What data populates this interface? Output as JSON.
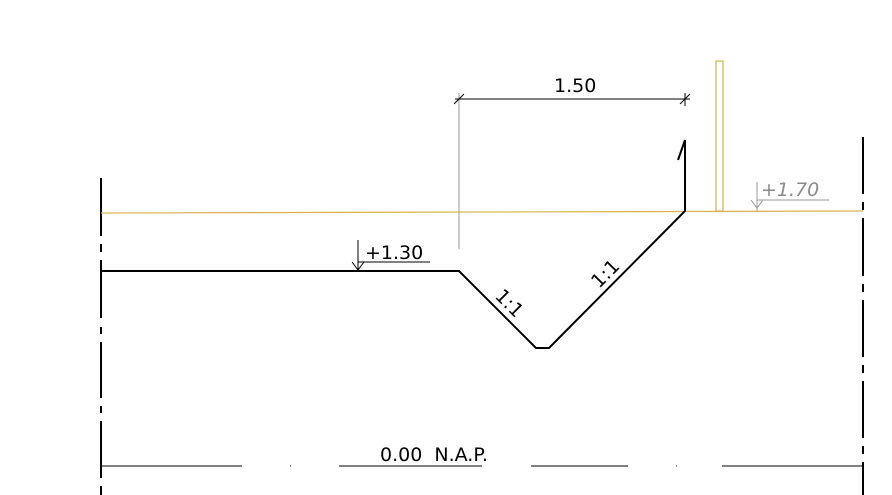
{
  "labels": {
    "dimension_width": "1.50",
    "level_left": "+1.30",
    "level_right": "+1.70",
    "slope_left": "1:1",
    "slope_right": "1:1",
    "datum": "0.00  N.A.P."
  },
  "colors": {
    "profile_line": "#000000",
    "water_level_line": "#d6b24e",
    "reference_line": "#9a9a9a",
    "background": "#ffffff"
  }
}
